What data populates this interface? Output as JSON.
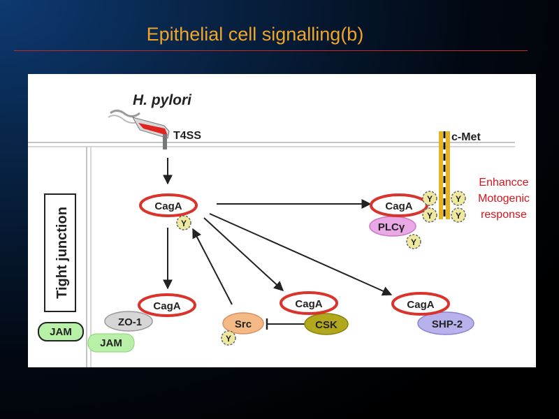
{
  "slide": {
    "title": "Epithelial cell signalling(b)"
  },
  "diagram": {
    "organism": "H. pylori",
    "secretion_system": "T4SS",
    "receptor": "c-Met",
    "tight_junction_label": "Tight junction",
    "phospho_label": "Y",
    "cytotoxin": "CagA",
    "plc": "PLCγ",
    "zo1": "ZO-1",
    "jam": "JAM",
    "src": "Src",
    "csk": "CSK",
    "shp2": "SHP-2"
  },
  "annotation": {
    "lines": [
      "Enhancce",
      "Motogenic",
      "response"
    ],
    "color": "#d4141e"
  },
  "colors": {
    "title": "#f0a52a",
    "rule": "#c0282a",
    "caga_ring": "#d9332b",
    "receptor": "#e6b422",
    "phospho": "#efe9a0",
    "plc": "#e9a8e6",
    "zo1": "#d6d6d6",
    "jam": "#b9f0a8",
    "src": "#f5b985",
    "csk": "#b1a81e",
    "shp2": "#b7b2ec"
  }
}
